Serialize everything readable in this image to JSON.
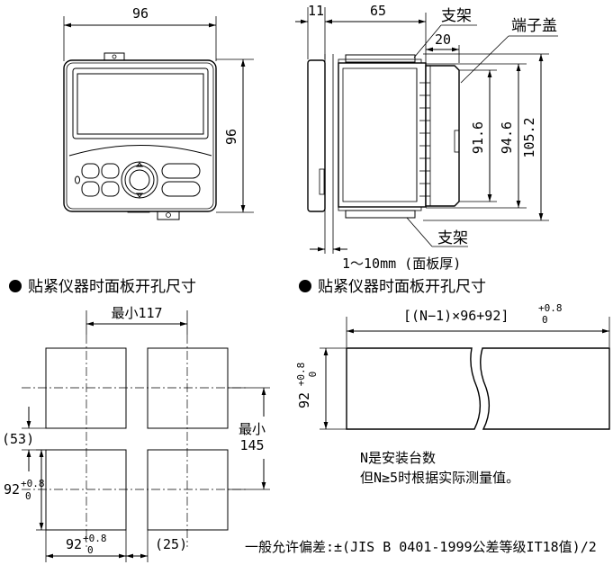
{
  "front_view": {
    "width_label": "96",
    "height_label": "96"
  },
  "side_view": {
    "dims": {
      "flange": "11",
      "depth": "65",
      "cover_depth": "20",
      "h1": "91.6",
      "h2": "94.6",
      "h3": "105.2"
    },
    "labels": {
      "bracket_top": "支架",
      "terminal_cover": "端子盖",
      "bracket_bottom": "支架",
      "panel_thickness": "1～10mm (面板厚)"
    }
  },
  "cutout_individual": {
    "heading": "贴紧仪器时面板开孔尺寸",
    "min_horizontal": "最小117",
    "min_vertical_line1": "最小",
    "min_vertical_line2": "145",
    "gap_vertical": "(53)",
    "gap_horizontal": "(25)",
    "size_value": "92",
    "tol_upper": "+0.8",
    "tol_lower": "0"
  },
  "cutout_ganged": {
    "heading": "贴紧仪器时面板开孔尺寸",
    "width_formula": "[(N−1)×96+92]",
    "tol_upper": "+0.8",
    "tol_lower": "0",
    "height_value": "92",
    "height_tol_upper": "+0.8",
    "height_tol_lower": "0",
    "note_line1": "N是安装台数",
    "note_line2": "但N≥5时根据实际测量值。"
  },
  "tolerance_note": "一般允许偏差:±(JIS B 0401-1999公差等级IT18值)/2"
}
